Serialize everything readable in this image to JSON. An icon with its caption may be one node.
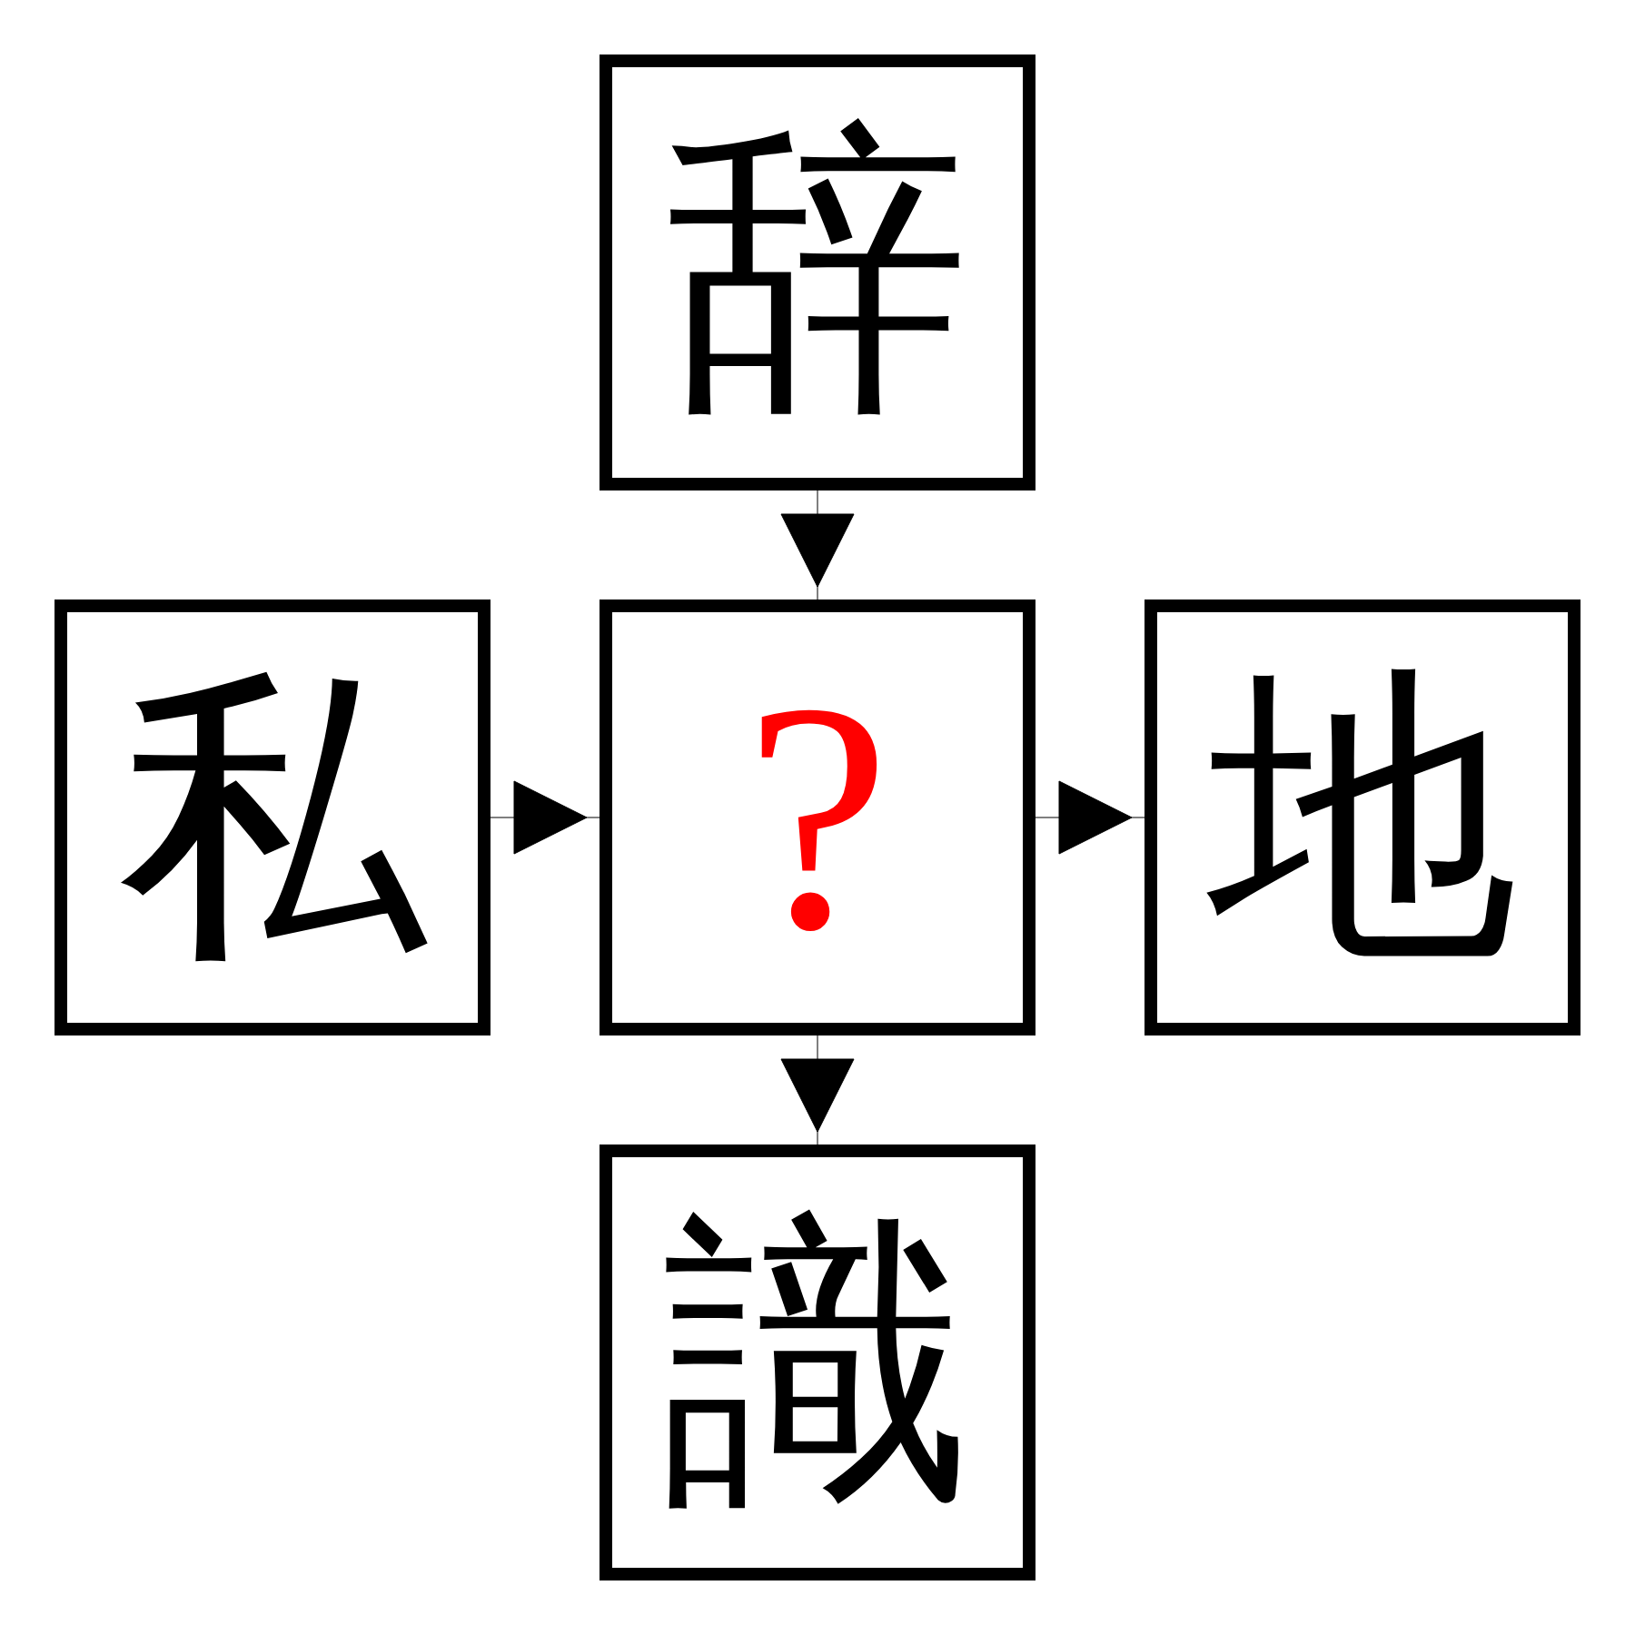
{
  "diagram": {
    "nodes": [
      {
        "text": [
          "辞"
        ]
      },
      {
        "text": [
          "私"
        ]
      },
      {
        "text": [
          "?"
        ]
      },
      {
        "text": [
          "地"
        ]
      },
      {
        "text": [
          "識"
        ]
      }
    ],
    "edges": [
      {
        "from": 0,
        "to": 2,
        "arrow": "to"
      },
      {
        "from": 1,
        "to": 2,
        "arrow": "to"
      },
      {
        "from": 2,
        "to": 3,
        "arrow": "to"
      },
      {
        "from": 2,
        "to": 4,
        "arrow": "to"
      }
    ]
  }
}
